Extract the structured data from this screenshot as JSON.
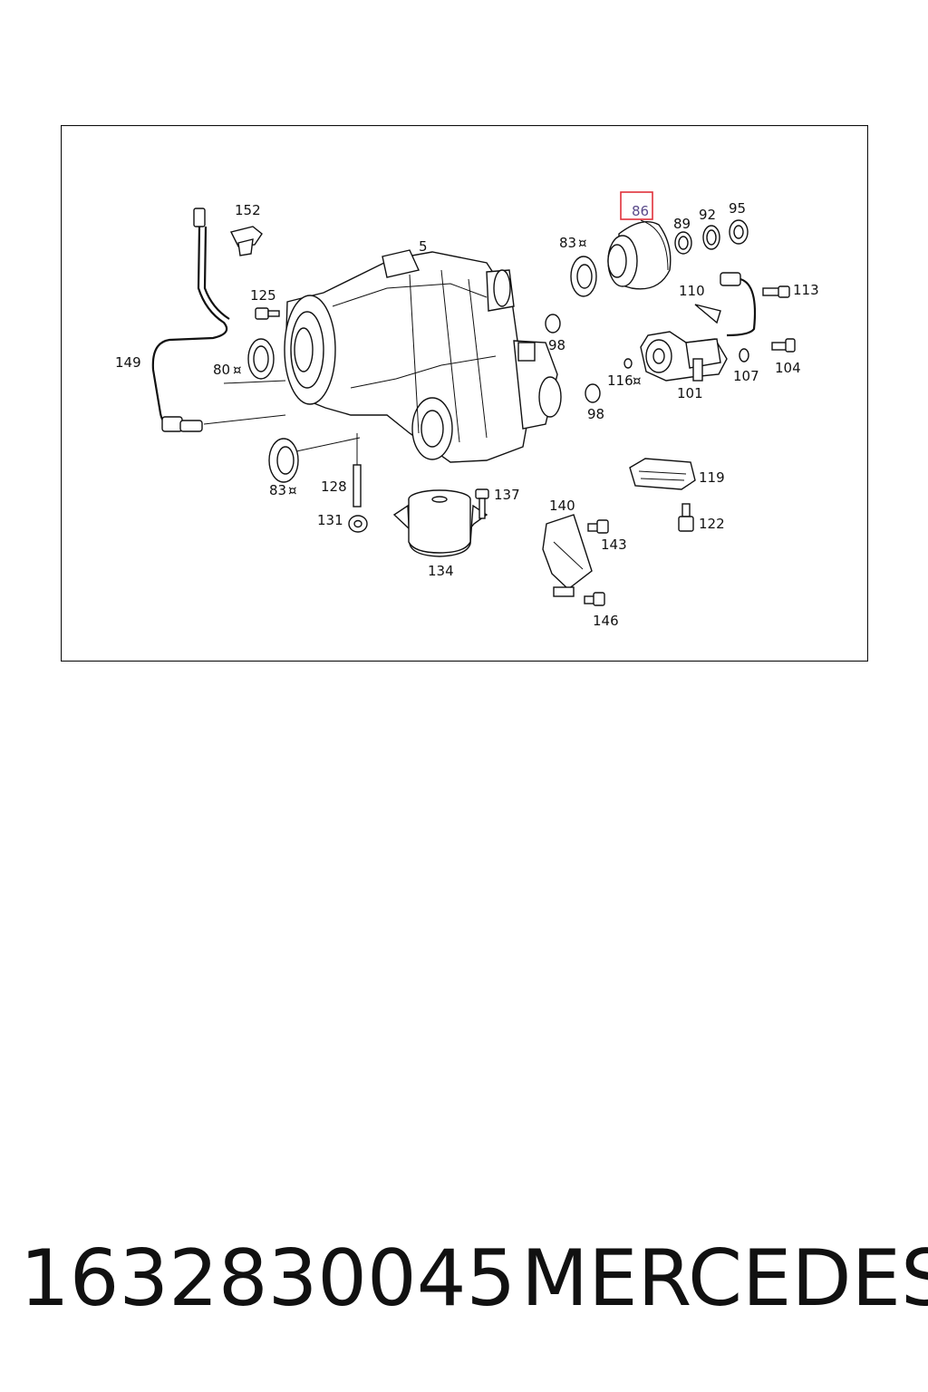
{
  "diagram": {
    "highlight_color": "#e0303a",
    "labels": {
      "p5": "5",
      "p80": "80",
      "p83a": "83",
      "p83b": "83",
      "p86": "86",
      "p89": "89",
      "p92": "92",
      "p95": "95",
      "p98a": "98",
      "p98b": "98",
      "p101": "101",
      "p104": "104",
      "p107": "107",
      "p110": "110",
      "p113": "113",
      "p116": "116",
      "p119": "119",
      "p122": "122",
      "p125": "125",
      "p128": "128",
      "p131": "131",
      "p134": "134",
      "p137": "137",
      "p140": "140",
      "p143": "143",
      "p146": "146",
      "p149": "149",
      "p152": "152"
    },
    "highlighted_part": "86"
  },
  "footer": {
    "part_number": "1632830045",
    "brand": "MERCEDES"
  }
}
